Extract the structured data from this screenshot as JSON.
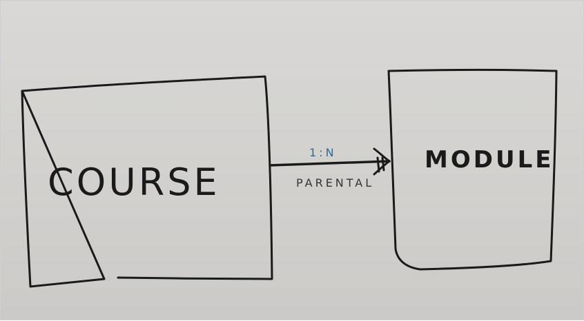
{
  "diagram": {
    "entities": [
      {
        "id": "course",
        "label": "COURSE"
      },
      {
        "id": "module",
        "label": "MODULE"
      }
    ],
    "relationship": {
      "from": "course",
      "to": "module",
      "cardinality": "1:N",
      "type": "PARENTAL",
      "end_marker": "crow's foot"
    }
  },
  "colors": {
    "board": "#d6d5d2",
    "ink_black": "#1a1a1a",
    "ink_blue": "#2e6aa0"
  }
}
